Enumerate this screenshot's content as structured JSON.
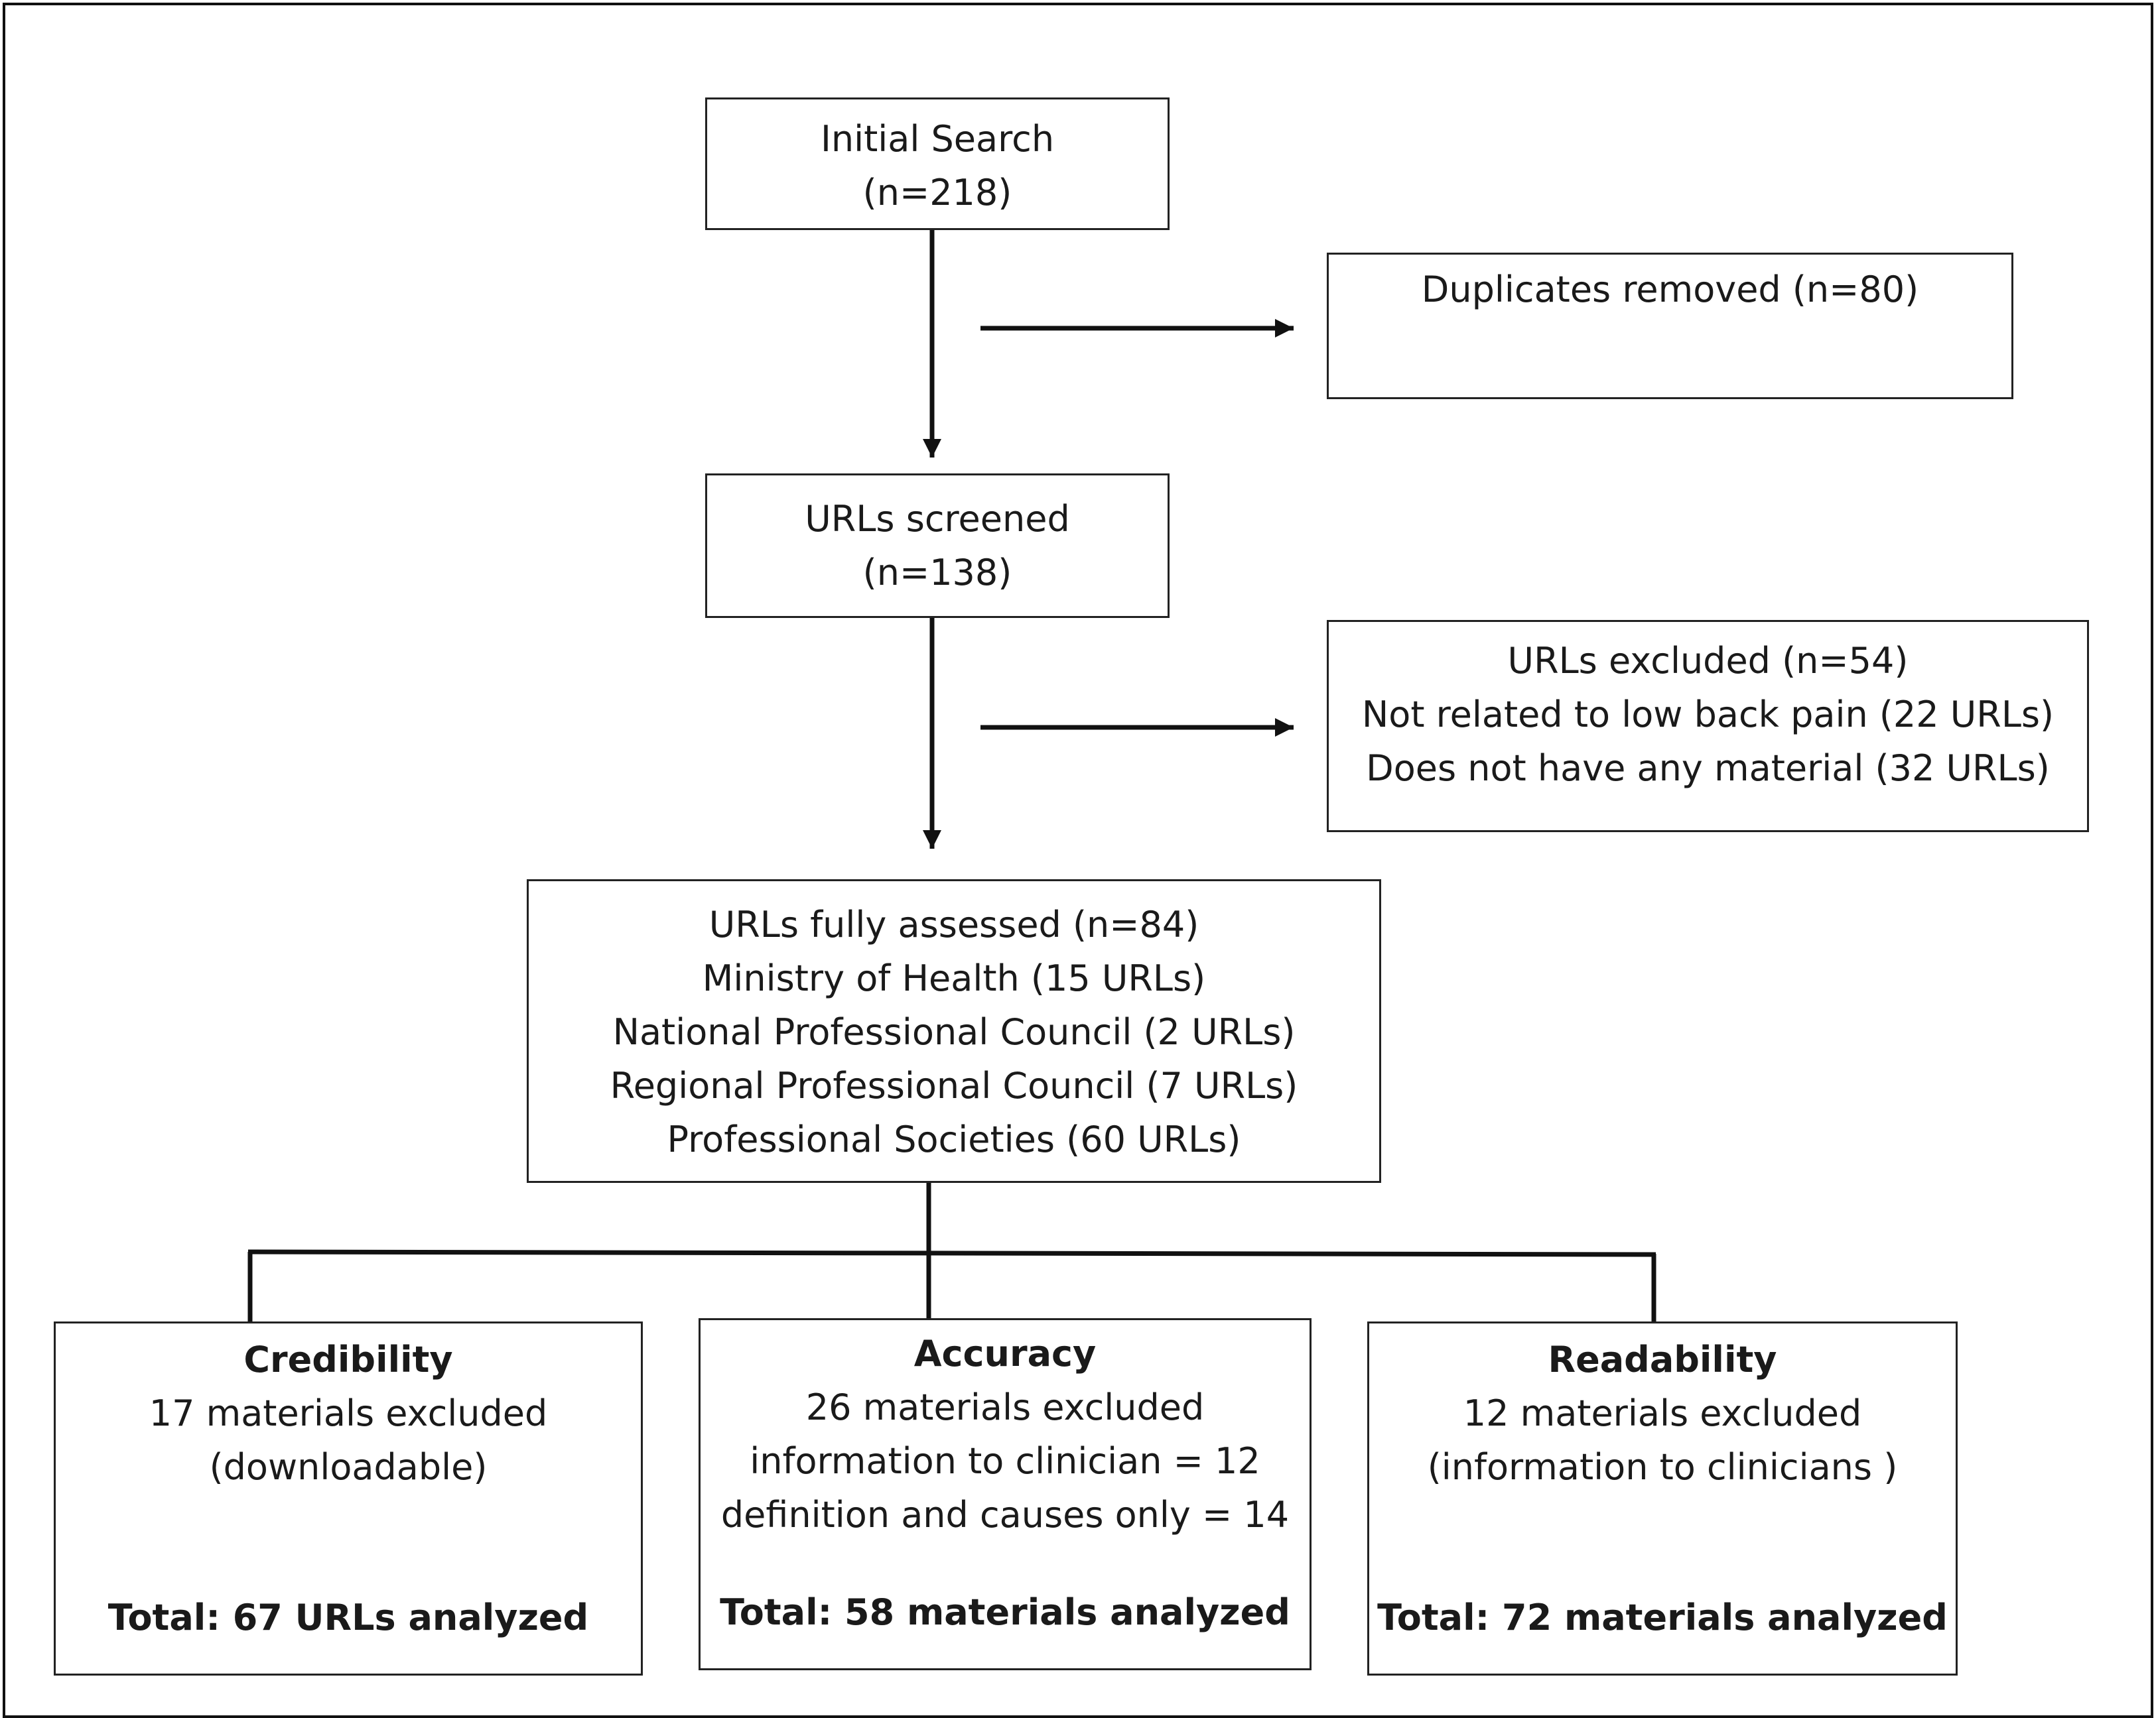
{
  "initial": {
    "line1": "Initial Search",
    "line2": "(n=218)"
  },
  "duplicates": {
    "line1": "Duplicates removed (n=80)"
  },
  "screened": {
    "line1": "URLs screened",
    "line2": "(n=138)"
  },
  "excluded": {
    "line1": "URLs excluded (n=54)",
    "line2": "Not related to low back pain (22 URLs)",
    "line3": "Does not have any material (32 URLs)"
  },
  "assessed": {
    "line1": "URLs fully assessed  (n=84)",
    "line2": "Ministry of Health (15 URLs)",
    "line3": "National Professional Council (2 URLs)",
    "line4": "Regional Professional Council (7 URLs)",
    "line5": "Professional Societies (60 URLs)"
  },
  "credibility": {
    "title": "Credibility",
    "line1": "17 materials excluded",
    "line2": "(downloadable)",
    "total": "Total: 67 URLs analyzed"
  },
  "accuracy": {
    "title": "Accuracy",
    "line1": "26 materials excluded",
    "line2": "information to clinician = 12",
    "line3": "definition and causes only = 14",
    "total": "Total: 58 materials analyzed"
  },
  "readability": {
    "title": "Readability",
    "line1": "12 materials excluded",
    "line2": "(information to clinicians )",
    "total": "Total: 72 materials analyzed"
  }
}
